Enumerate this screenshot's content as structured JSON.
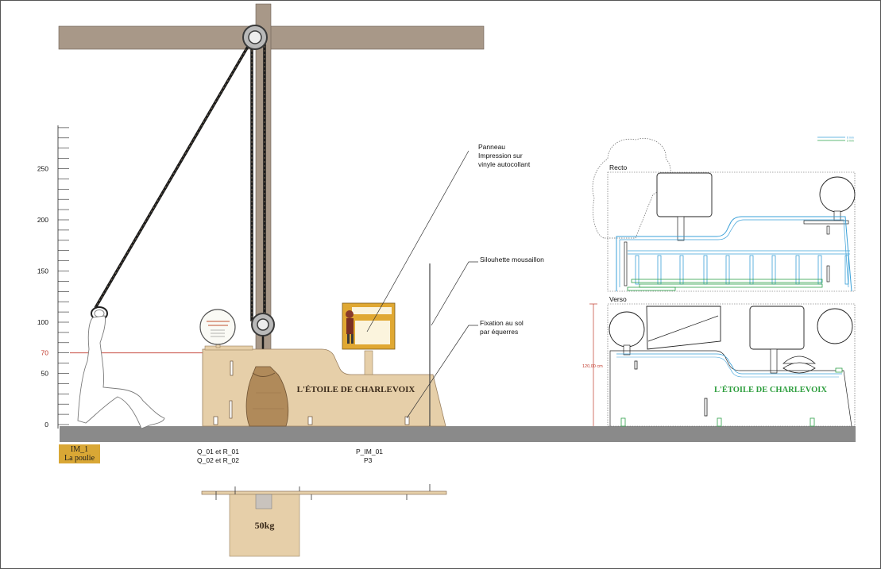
{
  "scale": {
    "ticks": [
      {
        "value": 0,
        "label": "0"
      },
      {
        "value": 50,
        "label": "50"
      },
      {
        "value": 70,
        "label": "70"
      },
      {
        "value": 100,
        "label": "100"
      },
      {
        "value": 150,
        "label": "150"
      },
      {
        "value": 200,
        "label": "200"
      },
      {
        "value": 250,
        "label": "250"
      }
    ],
    "highlight_value": 70,
    "highlight_color": "#c0392b"
  },
  "labels": {
    "panel": [
      "Panneau",
      "Impression sur",
      "vinyle autocollant"
    ],
    "silhouette": "Silouhette mousaillon",
    "fixation": [
      "Fixation au sol",
      "par équerres"
    ],
    "parts_left": [
      "Q_01 et R_01",
      "Q_02 et R_02"
    ],
    "parts_mid": [
      "P_IM_01",
      "P3"
    ],
    "recto": "Recto",
    "verso": "Verso",
    "height_dim": "120,00 cm",
    "legend": [
      "6 mm",
      "3 mm"
    ]
  },
  "brand": {
    "name": "L'ÉTOILE DE CHARLEVOIX",
    "name_color_front": "#3a2a1a",
    "name_color_verso": "#2e9e3e"
  },
  "sack_weight": "50kg",
  "tag": {
    "code": "IM_1",
    "title": "La poulie",
    "color": "#d9a735"
  },
  "colors": {
    "wood": "#e6cfa9",
    "beam": "#a89888",
    "ground": "#8a8a8a",
    "panel": "#e0a832",
    "cut_blue": "#3aa0d8",
    "cut_green": "#2ea04a"
  }
}
